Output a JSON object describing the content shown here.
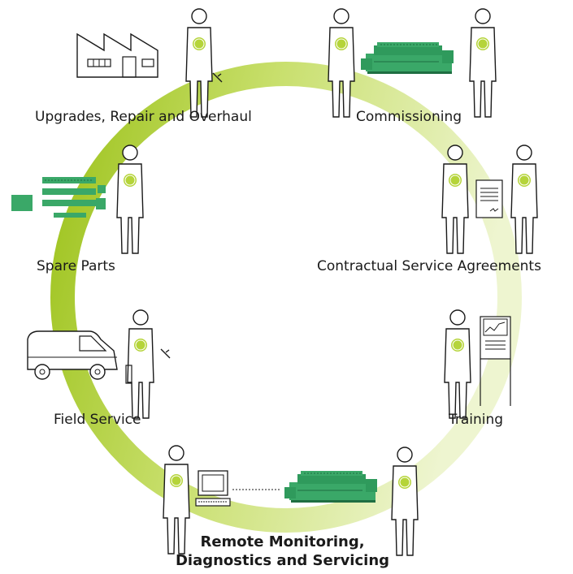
{
  "labels": {
    "upgrades": "Upgrades, Repair and Overhaul",
    "commissioning": "Commissioning",
    "csa": "Contractual Service Agreements",
    "spare_parts": "Spare Parts",
    "training": "Training",
    "field_service": "Field Service",
    "remote_line1": "Remote Monitoring,",
    "remote_line2": "Diagnostics and Servicing"
  },
  "colors": {
    "ring_dark": "#9cc21a",
    "ring_light": "#eef5d0",
    "engine": "#3aa868",
    "engine_dark": "#1f6e42",
    "logo": "#b5d43a"
  },
  "icons": [
    "factory-icon",
    "person-icon",
    "wrench-icon",
    "engine-icon",
    "document-icon",
    "chart-board-icon",
    "van-icon",
    "computer-icon",
    "ge-logo-icon"
  ]
}
